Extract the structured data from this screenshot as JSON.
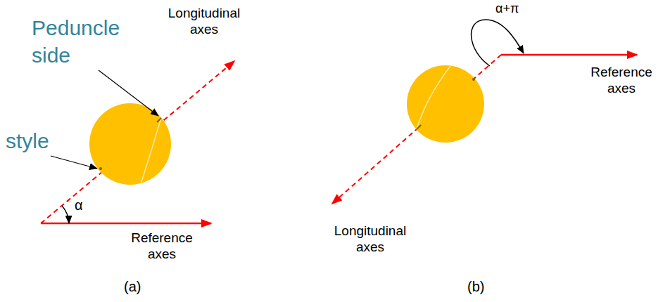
{
  "diagram": {
    "labels": [
      "Longitudinal axes",
      "Peduncle side",
      "style",
      "α",
      "Reference axes",
      "(a)",
      "α+π",
      "Reference axes",
      "Longitudinal axes",
      "(b)"
    ]
  }
}
